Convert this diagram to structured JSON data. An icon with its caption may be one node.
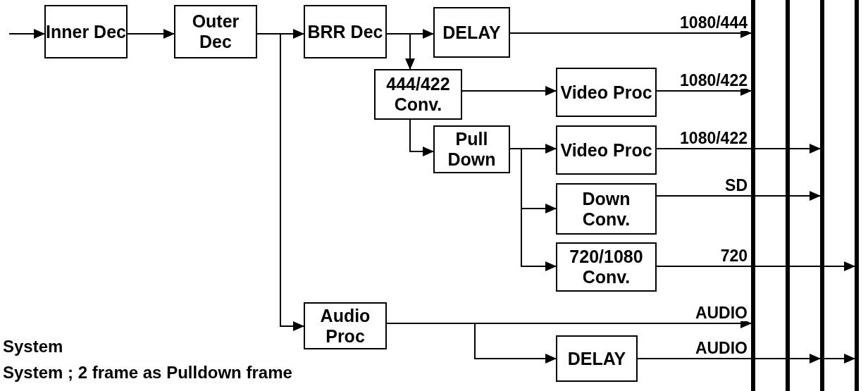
{
  "diagram": {
    "nodes": [
      {
        "text": [
          "Inner Dec"
        ]
      },
      {
        "text": [
          "Outer Dec"
        ]
      },
      {
        "text": [
          "BRR Dec"
        ]
      },
      {
        "text": [
          "DELAY"
        ]
      },
      {
        "text": [
          "444/422 Conv."
        ]
      },
      {
        "text": [
          "Video Proc"
        ]
      },
      {
        "text": [
          "Pull Down"
        ]
      },
      {
        "text": [
          "Video Proc"
        ]
      },
      {
        "text": [
          "Down Conv."
        ]
      },
      {
        "text": [
          "720/1080 Conv."
        ]
      },
      {
        "text": [
          "Audio Proc"
        ]
      },
      {
        "text": [
          "DELAY"
        ]
      },
      {
        "text": [],
        "shape": "bar"
      },
      {
        "text": [],
        "shape": "bar"
      },
      {
        "text": [],
        "shape": "bar"
      },
      {
        "text": [],
        "shape": "bar"
      }
    ],
    "edges": [
      {
        "from": null,
        "to": 0,
        "arrow": "to"
      },
      {
        "from": 0,
        "to": 1,
        "arrow": "to"
      },
      {
        "from": 1,
        "to": 2,
        "arrow": "to"
      },
      {
        "from": 1,
        "to": 10,
        "arrow": "to"
      },
      {
        "from": 2,
        "to": 3,
        "arrow": "to"
      },
      {
        "from": 2,
        "to": 4,
        "arrow": "to"
      },
      {
        "from": 4,
        "to": 5,
        "arrow": "to"
      },
      {
        "from": 4,
        "to": 6,
        "arrow": "to"
      },
      {
        "from": 6,
        "to": 7,
        "arrow": "to"
      },
      {
        "from": 6,
        "to": 8,
        "arrow": "to"
      },
      {
        "from": 6,
        "to": 9,
        "arrow": "to"
      },
      {
        "from": 10,
        "to": 11,
        "arrow": "to"
      },
      {
        "from": 3,
        "to": 12,
        "arrow": "to",
        "label": "1080/444"
      },
      {
        "from": 5,
        "to": 12,
        "arrow": "to",
        "label": "1080/422"
      },
      {
        "from": 7,
        "to": 14,
        "arrow": "to",
        "label": "1080/422"
      },
      {
        "from": 8,
        "to": 14,
        "arrow": "to",
        "label": "SD"
      },
      {
        "from": 9,
        "to": 15,
        "arrow": "to",
        "label": "720"
      },
      {
        "from": 10,
        "to": 12,
        "arrow": "to",
        "label": "AUDIO"
      },
      {
        "from": 11,
        "to": 14,
        "arrow": "to",
        "label": "AUDIO"
      },
      {
        "from": 11,
        "to": 15,
        "arrow": "to"
      }
    ],
    "labels": [
      "System",
      "System ; 2 frame as Pulldown frame"
    ]
  }
}
